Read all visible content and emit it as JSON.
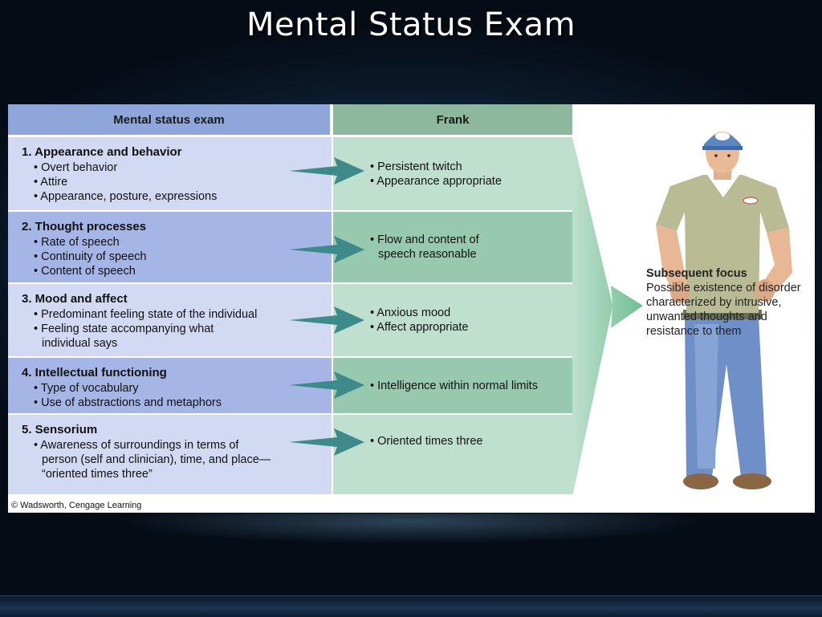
{
  "slide": {
    "title": "Mental Status Exam"
  },
  "table": {
    "header_left": "Mental status exam",
    "header_right": "Frank",
    "rows": [
      {
        "title": "1. Appearance and behavior",
        "bullets": [
          "• Overt behavior",
          "• Attire",
          "• Appearance, posture, expressions"
        ],
        "findings": [
          "• Persistent twitch",
          "• Appearance appropriate"
        ]
      },
      {
        "title": "2. Thought processes",
        "bullets": [
          "• Rate of speech",
          "• Continuity of speech",
          "• Content of speech"
        ],
        "findings": [
          "• Flow and content of",
          "speech reasonable"
        ]
      },
      {
        "title": "3. Mood and affect",
        "bullets": [
          "• Predominant feeling state of the individual",
          "• Feeling state accompanying what",
          "individual says"
        ],
        "findings": [
          "• Anxious mood",
          "• Affect appropriate"
        ]
      },
      {
        "title": "4. Intellectual functioning",
        "bullets": [
          "• Type of vocabulary",
          "• Use of abstractions and metaphors"
        ],
        "findings": [
          "• Intelligence within normal limits"
        ]
      },
      {
        "title": "5. Sensorium",
        "bullets": [
          "• Awareness of surroundings in terms of",
          "person (self and clinician), time, and place—",
          "“oriented times three”"
        ],
        "findings": [
          "• Oriented times three"
        ]
      }
    ]
  },
  "focus": {
    "title": "Subsequent focus",
    "lines": [
      "Possible existence of disorder",
      "characterized by intrusive,",
      "unwanted thoughts and",
      "resistance to them"
    ]
  },
  "credit": "© Wadsworth, Cengage Learning",
  "colors": {
    "header_left": "#8ea6d9",
    "header_right": "#8db89d",
    "arrow": "#3e8a8a",
    "chevron": "#7fc3a0"
  }
}
